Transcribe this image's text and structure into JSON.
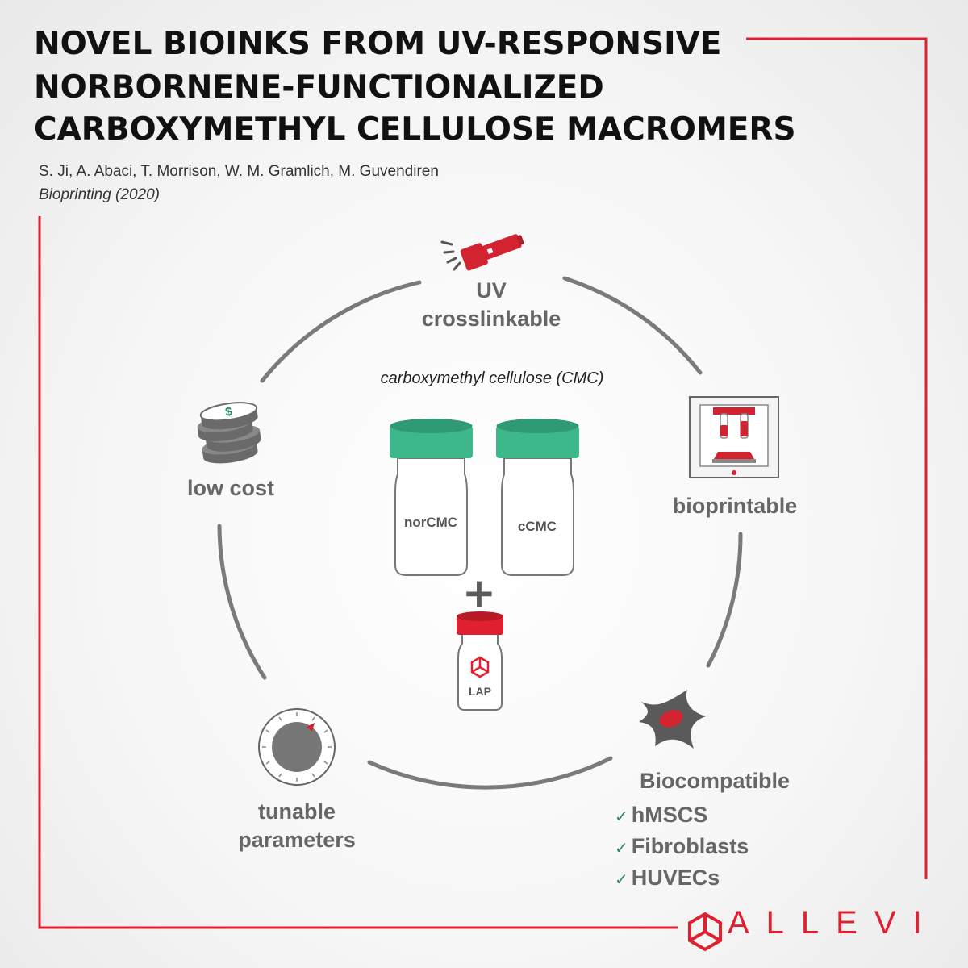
{
  "title": {
    "line1": "NOVEL BIOINKS FROM UV-RESPONSIVE",
    "line2": "NORBORNENE-FUNCTIONALIZED",
    "line3": "CARBOXYMETHYL CELLULOSE MACROMERS"
  },
  "authors": "S. Ji, A. Abaci, T. Morrison, W. M. Gramlich, M. Guvendiren",
  "journal": "Bioprinting (2020)",
  "center": {
    "label": "carboxymethyl cellulose (CMC)",
    "vial_left": "norCMC",
    "vial_right": "cCMC",
    "plus": "+",
    "small_vial": "LAP"
  },
  "features": {
    "uv_line1": "UV",
    "uv_line2": "crosslinkable",
    "bioprintable": "bioprintable",
    "biocompatible": "Biocompatible",
    "cells": [
      "hMSCS",
      "Fibroblasts",
      "HUVECs"
    ],
    "check": "✓",
    "tunable_line1": "tunable",
    "tunable_line2": "parameters",
    "low_cost": "low cost",
    "coin_symbol": "$"
  },
  "brand": "ALLEVI",
  "icons": {
    "uv": "flashlight-icon",
    "printer": "bioprinter-icon",
    "cell": "cell-icon",
    "dial": "dial-icon",
    "coins": "coin-stack-icon",
    "logo": "allevi-logo-icon"
  },
  "colors": {
    "accent_red": "#e02030",
    "teal_cap": "#3db88b",
    "label_gray": "#666666",
    "title_black": "#111111"
  }
}
